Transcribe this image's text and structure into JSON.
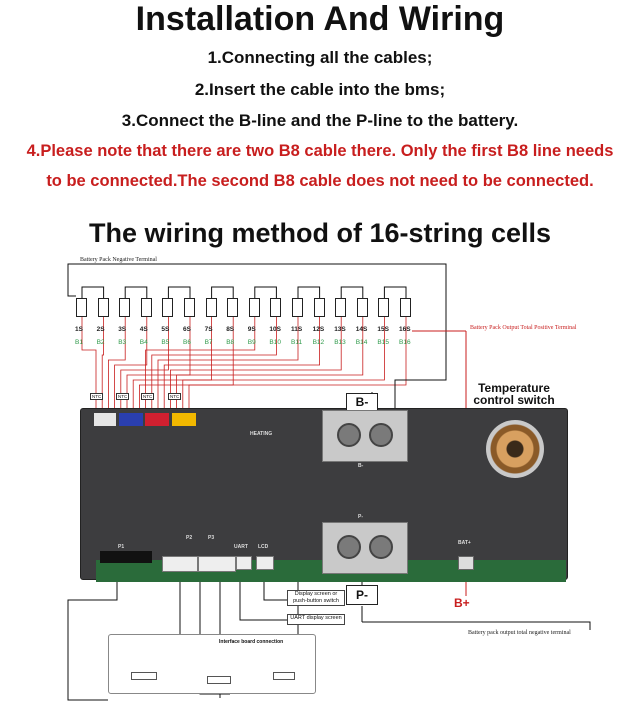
{
  "title": "Installation And Wiring",
  "steps": [
    "1.Connecting all the cables;",
    "2.Insert the cable into the bms;",
    "3.Connect the B-line and the P-line to the battery."
  ],
  "note_line1": "4.Please note that there are two B8 cable there. Only the first B8 line needs",
  "note_line2": "to be connected.The second B8 cable does not need to be connected.",
  "subtitle": "The wiring method of 16-string cells",
  "diagram": {
    "neg_terminal_label": "Battery Pack Negative Terminal",
    "pos_terminal_label": "Battery Pack Output Total Positive Terminal",
    "cells": [
      "1S",
      "2S",
      "3S",
      "4S",
      "5S",
      "6S",
      "7S",
      "8S",
      "9S",
      "10S",
      "11S",
      "12S",
      "13S",
      "14S",
      "15S",
      "16S"
    ],
    "b_lines": [
      "B1",
      "B2",
      "B3",
      "B4",
      "B5",
      "B6",
      "B7",
      "B8",
      "B9",
      "B10",
      "B11",
      "B12",
      "B13",
      "B14",
      "B15",
      "B16"
    ],
    "ntc_label": "NTC",
    "b_minus": "B-",
    "p_minus": "P-",
    "b_plus": "B+",
    "temperature_switch": "Temperature control switch",
    "heating": "HEATING",
    "board_b_minus": "B-",
    "board_p_minus": "P-",
    "bat_plus": "BAT+",
    "port_p1": "P1",
    "port_p2": "P2",
    "port_p3": "P3",
    "port_uart": "UART",
    "port_lcd": "LCD",
    "display_screen": "Display screen or push-button switch",
    "uart_display": "UART display screen",
    "interface_board": "Interface board connection",
    "output_negative_label": "Battery pack output total negative terminal"
  },
  "colors": {
    "warning": "#c81e1e",
    "b_line_label": "#2e9a4a",
    "wire_red": "#c81e1e",
    "connector_white": "#e6e6e6",
    "connector_blue": "#2a3fb0",
    "connector_red": "#d02030",
    "connector_yellow": "#f2b800"
  }
}
